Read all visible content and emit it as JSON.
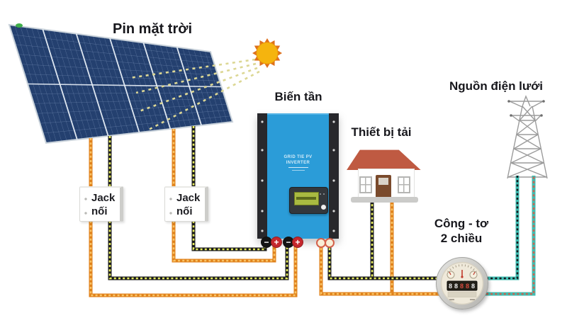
{
  "labels": {
    "solar_panel": "Pin mặt trời",
    "inverter": "Biến tần",
    "load": "Thiết bị tải",
    "grid": "Nguồn điện lưới",
    "meter_line1": "Công - tơ",
    "meter_line2": "2 chiều"
  },
  "jacks": [
    {
      "line1": "Jack",
      "line2": "nối"
    },
    {
      "line1": "Jack",
      "line2": "nối"
    }
  ],
  "inverter": {
    "brand_line1": "GRID TIE PV",
    "brand_line2": "INVERTER",
    "terminal_minus": "−",
    "terminal_plus": "+"
  },
  "meter": {
    "digits": [
      "8",
      "8",
      "8",
      "8",
      "8"
    ]
  },
  "colors": {
    "wire_orange": "#e0821c",
    "wire_orange_dash": "#f9c568",
    "wire_black": "#1b1b1b",
    "wire_black_dash": "#e9ef5f",
    "wire_teal": "#3fbdb1",
    "wire_teal_dash_dark": "#17171c",
    "wire_teal_dash_red": "#cd6350",
    "panel_blue": "#24406f",
    "panel_grid": "#e9f0f8",
    "panel_cell": "#bcd0f2",
    "panel_marker_green": "#3fae49",
    "sun_core": "#f5b40e",
    "sun_spike": "#de701c",
    "ray": "#dcd794",
    "inverter_blue": "#2b9cd8",
    "roof_red": "#bf5a42",
    "tower_gray": "#9b9b9b",
    "meter_face": "#efe9da",
    "label_text": "#17171c"
  }
}
